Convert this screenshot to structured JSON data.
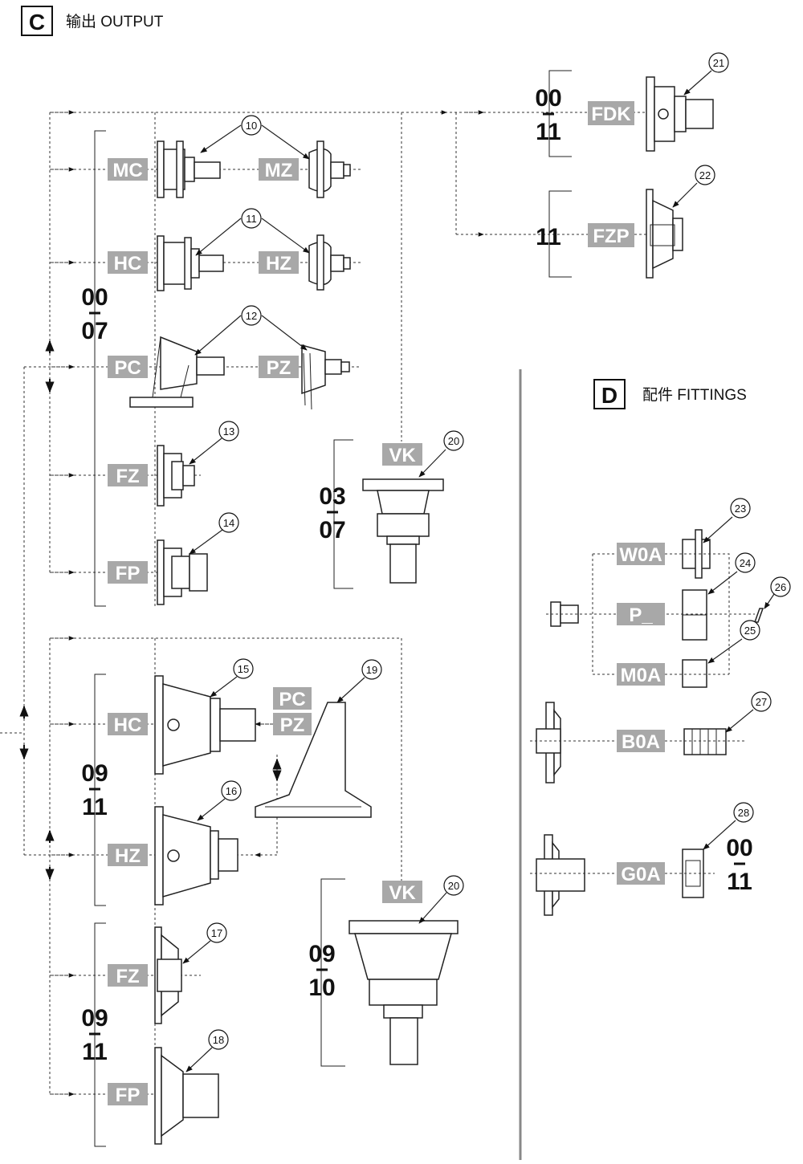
{
  "section_c": {
    "letter": "C",
    "title": "输出 OUTPUT"
  },
  "section_d": {
    "letter": "D",
    "title": "配件 FITTINGS"
  },
  "labels": {
    "mc": "MC",
    "mz": "MZ",
    "hc1": "HC",
    "hz1": "HZ",
    "pc": "PC",
    "pz": "PZ",
    "fz1": "FZ",
    "fp1": "FP",
    "vk1": "VK",
    "fdk": "FDK",
    "fzp": "FZP",
    "hc2": "HC",
    "pc2": "PC",
    "pz2": "PZ",
    "hz2": "HZ",
    "fz2": "FZ",
    "fp2": "FP",
    "vk2": "VK",
    "w0a": "W0A",
    "p": "P_",
    "m0a": "M0A",
    "b0a": "B0A",
    "g0a": "G0A"
  },
  "callouts": {
    "c10": "10",
    "c11": "11",
    "c12": "12",
    "c13": "13",
    "c14": "14",
    "c15": "15",
    "c16": "16",
    "c17": "17",
    "c18": "18",
    "c19": "19",
    "c20a": "20",
    "c20b": "20",
    "c21": "21",
    "c22": "22",
    "c23": "23",
    "c24": "24",
    "c25": "25",
    "c26": "26",
    "c27": "27",
    "c28": "28"
  },
  "ranges": {
    "r1": {
      "top": "00",
      "bottom": "07"
    },
    "r2": {
      "top": "03",
      "bottom": "07"
    },
    "r3": {
      "top": "00",
      "bottom": "11"
    },
    "r4": {
      "single": "11"
    },
    "r5": {
      "top": "09",
      "bottom": "11"
    },
    "r6": {
      "top": "09",
      "bottom": "10"
    },
    "r7": {
      "top": "09",
      "bottom": "11"
    },
    "r8": {
      "top": "00",
      "bottom": "11"
    }
  }
}
